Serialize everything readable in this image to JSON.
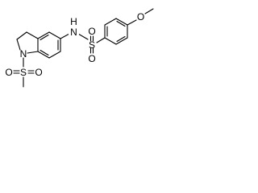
{
  "molecule": {
    "atoms": {
      "nh": "N",
      "h": "H",
      "n_ring": "N",
      "s_sulfonamide": "S",
      "o_sulfonamide_top": "O",
      "o_sulfonamide_bottom": "O",
      "s_mesyl": "S",
      "o_mesyl_left": "O",
      "o_mesyl_right": "O",
      "o_methoxy": "O"
    }
  }
}
